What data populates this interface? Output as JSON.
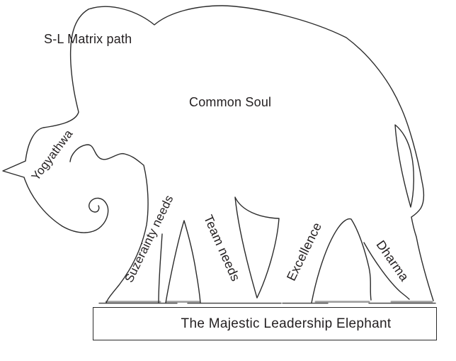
{
  "diagram": {
    "labels": {
      "matrix_path": "S-L Matrix path",
      "common_soul": "Common Soul",
      "yogyathwa": "Yogyathwa",
      "suzerainty_needs": "Suzerainty needs",
      "team_needs": "Team needs",
      "excellence": "Excellence",
      "dharma": "Dharma"
    },
    "caption": "The Majestic Leadership Elephant",
    "colors": {
      "line": "#2b2b2b",
      "text": "#231f20",
      "ground_shadow": "#a8a8a8",
      "background": "#ffffff"
    }
  }
}
